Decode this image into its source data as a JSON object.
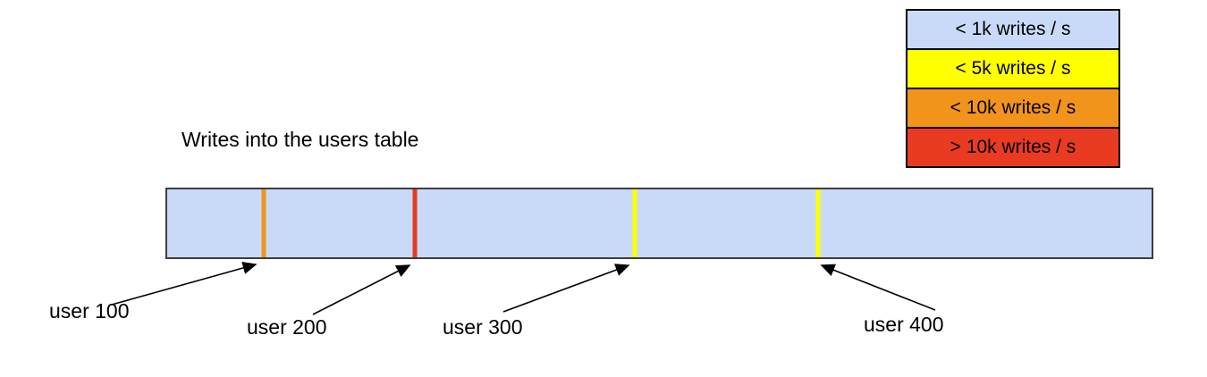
{
  "title": "Writes into the users table",
  "legend": {
    "items": [
      {
        "label": "< 1k writes / s",
        "color": "#c9daf8"
      },
      {
        "label": "< 5k writes / s",
        "color": "#ffff00"
      },
      {
        "label": "< 10k writes / s",
        "color": "#f2941c"
      },
      {
        "label": "> 10k writes / s",
        "color": "#e83b22"
      }
    ]
  },
  "bar": {
    "fill": "#c9daf8",
    "markers": [
      {
        "label": "user 100",
        "color": "#f2941c",
        "position": "9.8%"
      },
      {
        "label": "user 200",
        "color": "#e83b22",
        "position": "25.2%"
      },
      {
        "label": "user 300",
        "color": "#ffff00",
        "position": "47.5%"
      },
      {
        "label": "user 400",
        "color": "#ffff00",
        "position": "66.1%"
      }
    ]
  }
}
